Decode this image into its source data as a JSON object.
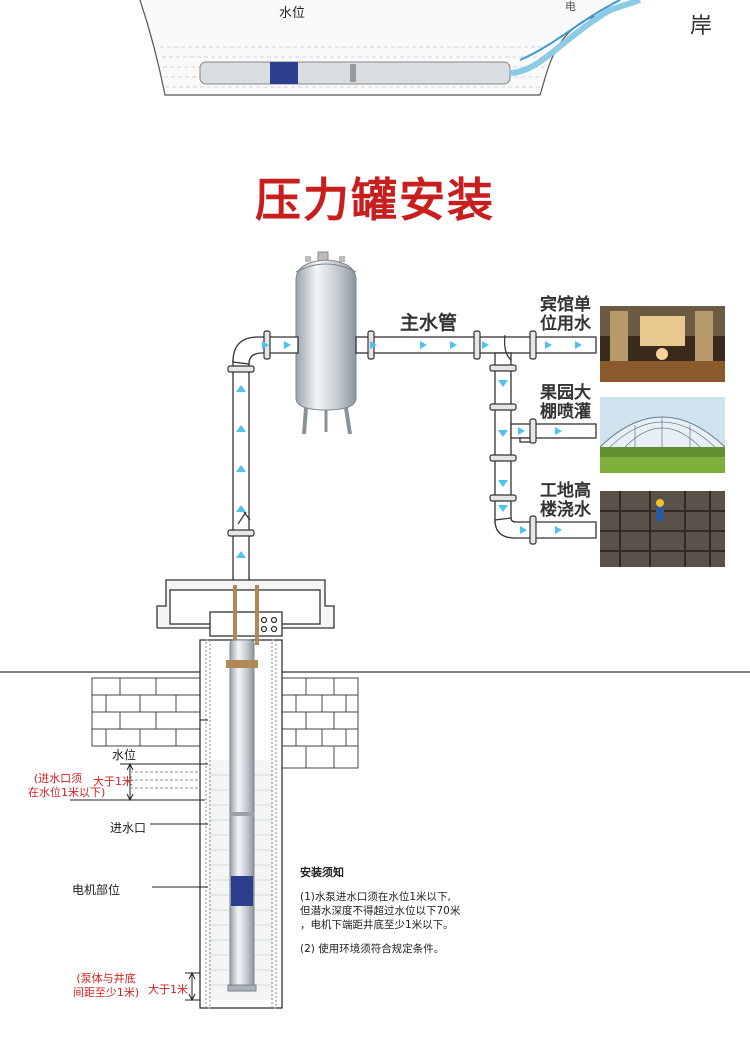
{
  "top": {
    "water_level_label": "水位",
    "bank_label": "岸",
    "cable_label": "电"
  },
  "title": "压力罐安装",
  "pipe": {
    "main_label": "主水管"
  },
  "uses": [
    {
      "line1": "宾馆单",
      "line2": "位用水",
      "photo": "hotel-lobby-photo"
    },
    {
      "line1": "果园大",
      "line2": "棚喷灌",
      "photo": "greenhouse-photo"
    },
    {
      "line1": "工地高",
      "line2": "楼浇水",
      "photo": "construction-site-photo"
    }
  ],
  "well": {
    "water_level": "水位",
    "inlet_note_line1": "(进水口须",
    "inlet_note_line2": "在水位1米以下)",
    "greater_1m_top": "大于1米",
    "inlet": "进水口",
    "motor": "电机部位",
    "bottom_note_line1": "(泵体与井底",
    "bottom_note_line2": "间距至少1米)",
    "greater_1m_bottom": "大于1米"
  },
  "notes": {
    "heading": "安装须知",
    "item1": "(1)水泵进水口须在水位1米以下,\n但潜水深度不得超过水位以下70米\n，电机下端距井底至少1米以下。",
    "item2": "(2) 使用环境须符合规定条件。"
  },
  "colors": {
    "title": "#c81e1e",
    "flow_arrow": "#4fc3ef",
    "note_red": "#d32020"
  }
}
